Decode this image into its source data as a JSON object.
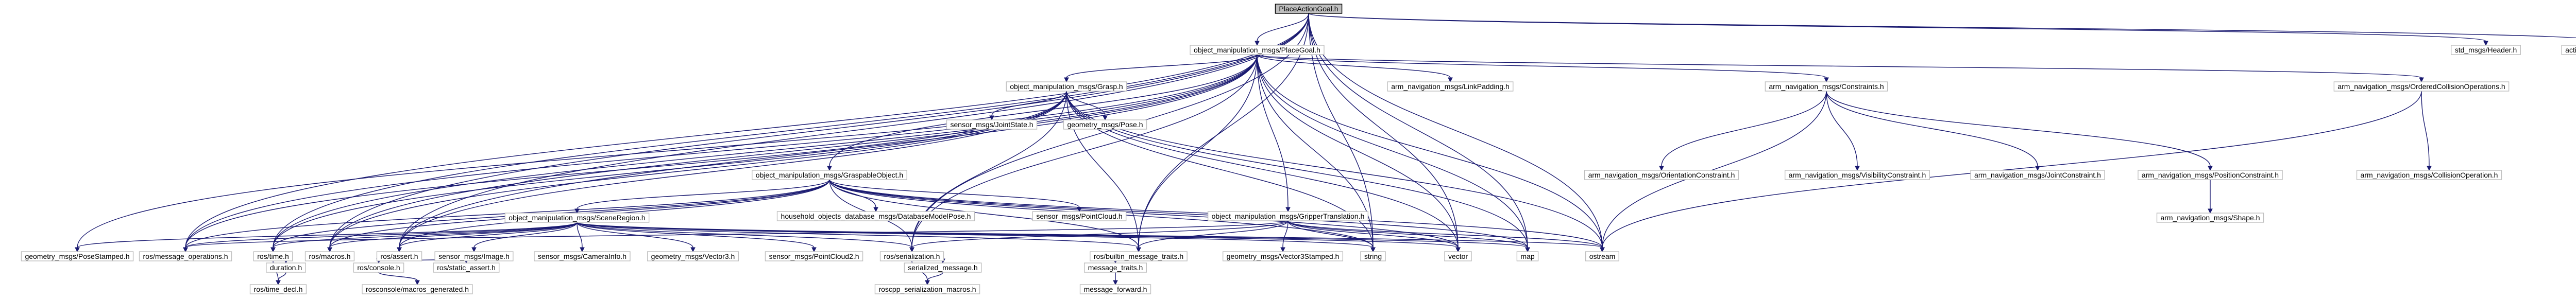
{
  "graph": {
    "nodes": [
      {
        "id": "root",
        "label": "PlaceActionGoal.h",
        "root": true
      },
      {
        "id": "placegoal",
        "label": "object_manipulation_msgs/PlaceGoal.h"
      },
      {
        "id": "stdheader",
        "label": "std_msgs/Header.h"
      },
      {
        "id": "goalid",
        "label": "actionlib_msgs/GoalID.h"
      },
      {
        "id": "grasp",
        "label": "object_manipulation_msgs/Grasp.h"
      },
      {
        "id": "linkpadding",
        "label": "arm_navigation_msgs/LinkPadding.h"
      },
      {
        "id": "constraints",
        "label": "arm_navigation_msgs/Constraints.h"
      },
      {
        "id": "orderedcollision",
        "label": "arm_navigation_msgs/OrderedCollisionOperations.h"
      },
      {
        "id": "jointstate",
        "label": "sensor_msgs/JointState.h"
      },
      {
        "id": "pose",
        "label": "geometry_msgs/Pose.h"
      },
      {
        "id": "graspableobject",
        "label": "object_manipulation_msgs/GraspableObject.h"
      },
      {
        "id": "collisionop",
        "label": "arm_navigation_msgs/CollisionOperation.h"
      },
      {
        "id": "orientationc",
        "label": "arm_navigation_msgs/OrientationConstraint.h"
      },
      {
        "id": "visibilityc",
        "label": "arm_navigation_msgs/VisibilityConstraint.h"
      },
      {
        "id": "jointc",
        "label": "arm_navigation_msgs/JointConstraint.h"
      },
      {
        "id": "positionc",
        "label": "arm_navigation_msgs/PositionConstraint.h"
      },
      {
        "id": "dbmodelpose",
        "label": "household_objects_database_msgs/DatabaseModelPose.h"
      },
      {
        "id": "pointcloud",
        "label": "sensor_msgs/PointCloud.h"
      },
      {
        "id": "gripper",
        "label": "object_manipulation_msgs/GripperTranslation.h"
      },
      {
        "id": "scene",
        "label": "object_manipulation_msgs/SceneRegion.h"
      },
      {
        "id": "shape",
        "label": "arm_navigation_msgs/Shape.h"
      },
      {
        "id": "posestamped",
        "label": "geometry_msgs/PoseStamped.h"
      },
      {
        "id": "msgops",
        "label": "ros/message_operations.h"
      },
      {
        "id": "rostime",
        "label": "ros/time.h"
      },
      {
        "id": "macros",
        "label": "ros/macros.h"
      },
      {
        "id": "assert",
        "label": "ros/assert.h"
      },
      {
        "id": "image",
        "label": "sensor_msgs/Image.h"
      },
      {
        "id": "camerainfo",
        "label": "sensor_msgs/CameraInfo.h"
      },
      {
        "id": "vector3",
        "label": "geometry_msgs/Vector3.h"
      },
      {
        "id": "pointcloud2",
        "label": "sensor_msgs/PointCloud2.h"
      },
      {
        "id": "serialization",
        "label": "ros/serialization.h"
      },
      {
        "id": "builtin",
        "label": "ros/builtin_message_traits.h"
      },
      {
        "id": "vector3stamped",
        "label": "geometry_msgs/Vector3Stamped.h"
      },
      {
        "id": "string",
        "label": "string"
      },
      {
        "id": "vector",
        "label": "vector"
      },
      {
        "id": "map",
        "label": "map"
      },
      {
        "id": "ostream",
        "label": "ostream"
      },
      {
        "id": "duration",
        "label": "duration.h"
      },
      {
        "id": "rosconsole",
        "label": "ros/console.h"
      },
      {
        "id": "staticassert",
        "label": "ros/static_assert.h"
      },
      {
        "id": "serializedmsg",
        "label": "serialized_message.h"
      },
      {
        "id": "msgtraits",
        "label": "message_traits.h"
      },
      {
        "id": "rostimedecl",
        "label": "ros/time_decl.h"
      },
      {
        "id": "consolemacros",
        "label": "rosconsole/macros_generated.h"
      },
      {
        "id": "serializationmacros",
        "label": "roscpp_serialization_macros.h"
      },
      {
        "id": "msgforward",
        "label": "message_forward.h"
      }
    ],
    "edges": [
      [
        "root",
        "placegoal"
      ],
      [
        "root",
        "stdheader"
      ],
      [
        "root",
        "goalid"
      ],
      [
        "root",
        "string"
      ],
      [
        "root",
        "vector"
      ],
      [
        "root",
        "map"
      ],
      [
        "root",
        "ostream"
      ],
      [
        "root",
        "msgops"
      ],
      [
        "root",
        "rostime"
      ],
      [
        "root",
        "macros"
      ],
      [
        "root",
        "assert"
      ],
      [
        "root",
        "serialization"
      ],
      [
        "root",
        "builtin"
      ],
      [
        "placegoal",
        "grasp"
      ],
      [
        "placegoal",
        "linkpadding"
      ],
      [
        "placegoal",
        "constraints"
      ],
      [
        "placegoal",
        "orderedcollision"
      ],
      [
        "placegoal",
        "graspableobject"
      ],
      [
        "placegoal",
        "gripper"
      ],
      [
        "placegoal",
        "posestamped"
      ],
      [
        "placegoal",
        "msgops"
      ],
      [
        "placegoal",
        "rostime"
      ],
      [
        "placegoal",
        "macros"
      ],
      [
        "placegoal",
        "assert"
      ],
      [
        "placegoal",
        "serialization"
      ],
      [
        "placegoal",
        "builtin"
      ],
      [
        "placegoal",
        "string"
      ],
      [
        "placegoal",
        "vector"
      ],
      [
        "placegoal",
        "map"
      ],
      [
        "placegoal",
        "ostream"
      ],
      [
        "grasp",
        "jointstate"
      ],
      [
        "grasp",
        "pose"
      ],
      [
        "grasp",
        "msgops"
      ],
      [
        "grasp",
        "rostime"
      ],
      [
        "grasp",
        "macros"
      ],
      [
        "grasp",
        "assert"
      ],
      [
        "grasp",
        "serialization"
      ],
      [
        "grasp",
        "builtin"
      ],
      [
        "grasp",
        "string"
      ],
      [
        "grasp",
        "vector"
      ],
      [
        "grasp",
        "map"
      ],
      [
        "grasp",
        "ostream"
      ],
      [
        "constraints",
        "orientationc"
      ],
      [
        "constraints",
        "visibilityc"
      ],
      [
        "constraints",
        "jointc"
      ],
      [
        "constraints",
        "positionc"
      ],
      [
        "constraints",
        "ostream"
      ],
      [
        "orderedcollision",
        "collisionop"
      ],
      [
        "orderedcollision",
        "ostream"
      ],
      [
        "positionc",
        "shape"
      ],
      [
        "graspableobject",
        "dbmodelpose"
      ],
      [
        "graspableobject",
        "pointcloud"
      ],
      [
        "graspableobject",
        "scene"
      ],
      [
        "graspableobject",
        "msgops"
      ],
      [
        "graspableobject",
        "rostime"
      ],
      [
        "graspableobject",
        "macros"
      ],
      [
        "graspableobject",
        "assert"
      ],
      [
        "graspableobject",
        "serialization"
      ],
      [
        "graspableobject",
        "builtin"
      ],
      [
        "graspableobject",
        "string"
      ],
      [
        "graspableobject",
        "vector"
      ],
      [
        "graspableobject",
        "map"
      ],
      [
        "graspableobject",
        "ostream"
      ],
      [
        "scene",
        "posestamped"
      ],
      [
        "scene",
        "msgops"
      ],
      [
        "scene",
        "rostime"
      ],
      [
        "scene",
        "macros"
      ],
      [
        "scene",
        "assert"
      ],
      [
        "scene",
        "image"
      ],
      [
        "scene",
        "camerainfo"
      ],
      [
        "scene",
        "vector3"
      ],
      [
        "scene",
        "pointcloud2"
      ],
      [
        "scene",
        "serialization"
      ],
      [
        "scene",
        "builtin"
      ],
      [
        "scene",
        "string"
      ],
      [
        "scene",
        "vector"
      ],
      [
        "scene",
        "map"
      ],
      [
        "scene",
        "ostream"
      ],
      [
        "gripper",
        "vector3stamped"
      ],
      [
        "gripper",
        "serialization"
      ],
      [
        "gripper",
        "builtin"
      ],
      [
        "gripper",
        "msgops"
      ],
      [
        "gripper",
        "string"
      ],
      [
        "gripper",
        "vector"
      ],
      [
        "gripper",
        "map"
      ],
      [
        "gripper",
        "ostream"
      ],
      [
        "rostime",
        "duration"
      ],
      [
        "rostime",
        "rostimedecl"
      ],
      [
        "duration",
        "rostimedecl"
      ],
      [
        "assert",
        "rosconsole"
      ],
      [
        "assert",
        "staticassert"
      ],
      [
        "rosconsole",
        "consolemacros"
      ],
      [
        "serialization",
        "serializedmsg"
      ],
      [
        "serialization",
        "serializationmacros"
      ],
      [
        "serializedmsg",
        "serializationmacros"
      ],
      [
        "builtin",
        "msgtraits"
      ],
      [
        "msgtraits",
        "msgforward"
      ]
    ]
  }
}
